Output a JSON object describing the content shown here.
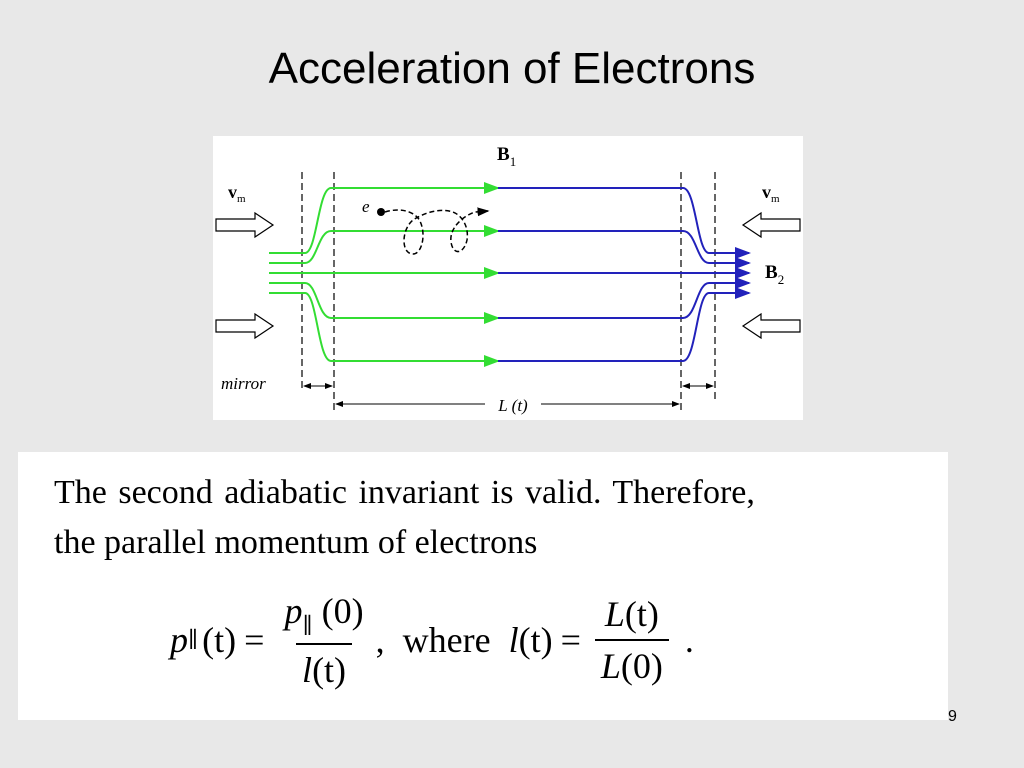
{
  "slide": {
    "title": "Acceleration of Electrons",
    "page_number": "9"
  },
  "diagram": {
    "labels": {
      "b1_main": "B",
      "b1_sub": "1",
      "b2_main": "B",
      "b2_sub": "2",
      "vm_left_main": "v",
      "vm_left_sub": "m",
      "vm_right_main": "v",
      "vm_right_sub": "m",
      "electron": "e",
      "mirror": "mirror",
      "length": "L (t)"
    },
    "colors": {
      "field_green": "#33dd33",
      "field_blue": "#2222bb",
      "background": "#ffffff"
    }
  },
  "text": {
    "line1": "The second adiabatic invariant is valid.  Therefore,",
    "line2": "the parallel momentum of electrons",
    "equation": {
      "p": "p",
      "parallel_sub": "∥",
      "arg_t": "(t)",
      "equals": "=",
      "num_arg": "(0)",
      "den_l": "l",
      "comma": ",",
      "where": "where",
      "l_lhs": "l",
      "L_num": "L",
      "L_den": "L",
      "L_den_arg": "(0)",
      "period": "."
    }
  }
}
